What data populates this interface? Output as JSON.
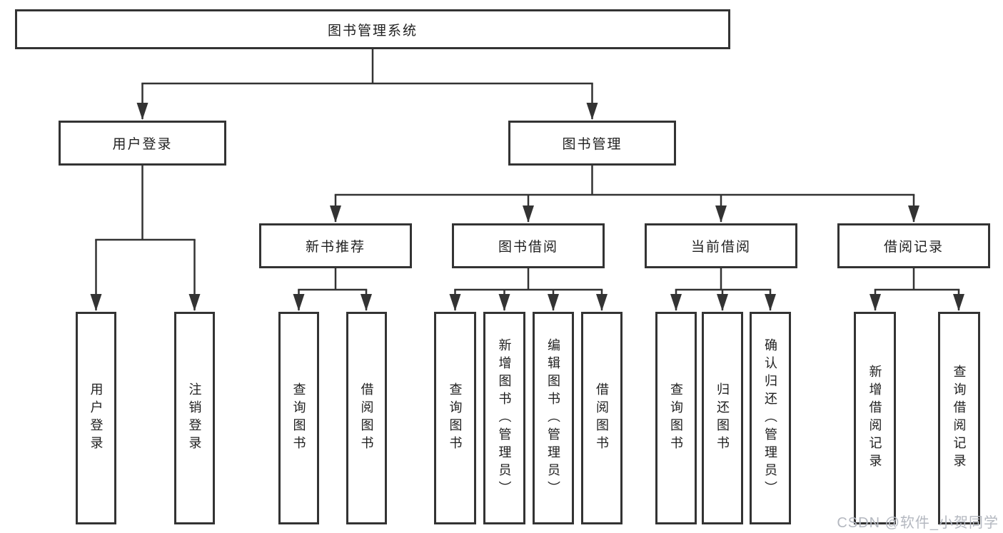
{
  "tree": {
    "root": {
      "label": "图书管理系统",
      "children": [
        {
          "label": "用户登录",
          "children": [
            {
              "label": "用户登录"
            },
            {
              "label": "注销登录"
            }
          ]
        },
        {
          "label": "图书管理",
          "children": [
            {
              "label": "新书推荐",
              "children": [
                {
                  "label": "查询图书"
                },
                {
                  "label": "借阅图书"
                }
              ]
            },
            {
              "label": "图书借阅",
              "children": [
                {
                  "label": "查询图书"
                },
                {
                  "label": "新增图书（管理员）"
                },
                {
                  "label": "编辑图书（管理员）"
                },
                {
                  "label": "借阅图书"
                }
              ]
            },
            {
              "label": "当前借阅",
              "children": [
                {
                  "label": "查询图书"
                },
                {
                  "label": "归还图书"
                },
                {
                  "label": "确认归还（管理员）"
                }
              ]
            },
            {
              "label": "借阅记录",
              "children": [
                {
                  "label": "新增借阅记录"
                },
                {
                  "label": "查询借阅记录"
                }
              ]
            }
          ]
        }
      ]
    }
  },
  "watermark": {
    "text": "CSDN @软件_小贺同学"
  },
  "colors": {
    "background": "#ffffff",
    "line": "#333333",
    "box_border": "#333333",
    "text": "#1f1f1f",
    "watermark": "#b4b8c0"
  }
}
